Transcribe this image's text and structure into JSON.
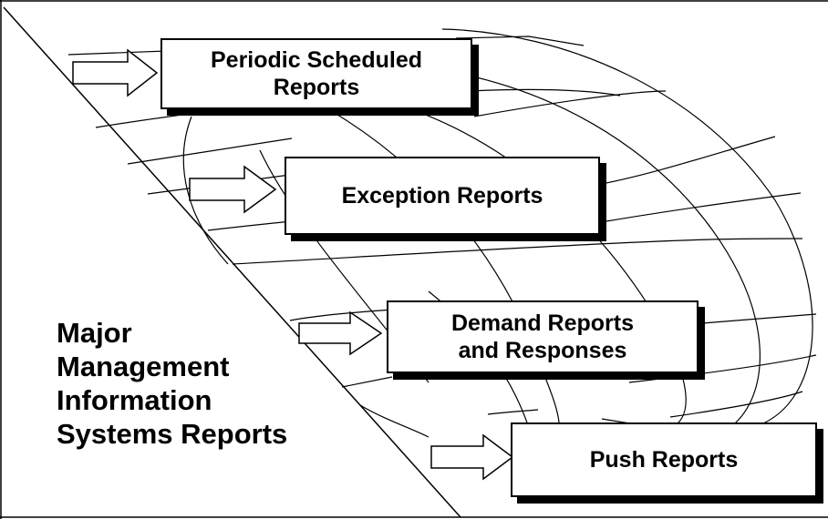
{
  "title_lines": [
    "Major",
    "Management",
    "Information",
    "Systems Reports"
  ],
  "report_types": [
    {
      "line1": "Periodic Scheduled",
      "line2": "Reports"
    },
    {
      "line1": "Exception Reports",
      "line2": ""
    },
    {
      "line1": "Demand Reports",
      "line2": "and Responses"
    },
    {
      "line1": "Push Reports",
      "line2": ""
    }
  ]
}
